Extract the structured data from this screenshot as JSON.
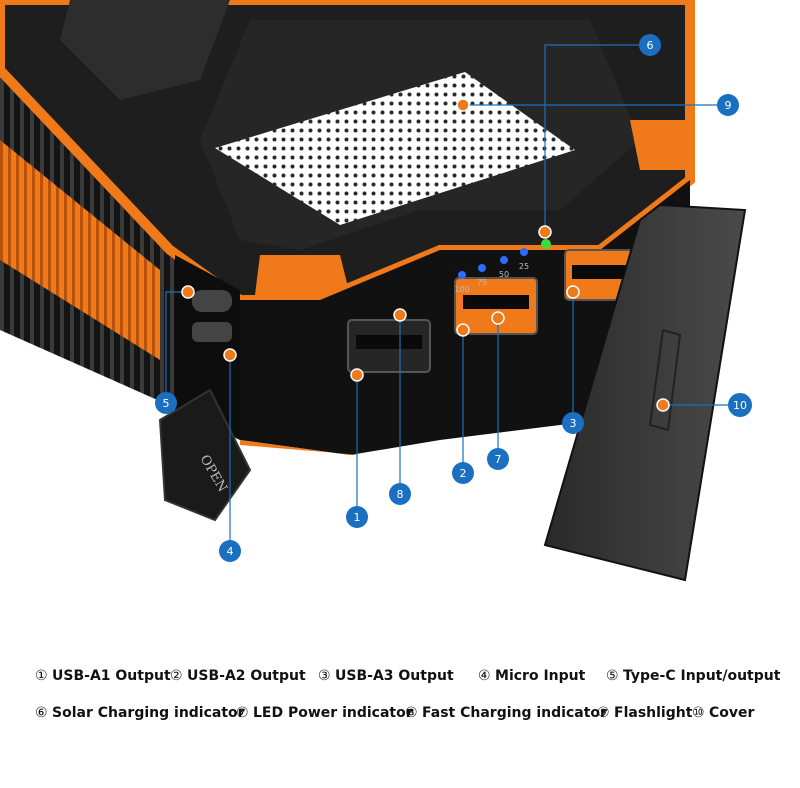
{
  "callouts": [
    {
      "num": "1",
      "label": "USB-A1 Output",
      "legend_marker": "①"
    },
    {
      "num": "2",
      "label": "USB-A2 Output",
      "legend_marker": "②"
    },
    {
      "num": "3",
      "label": "USB-A3 Output",
      "legend_marker": "③"
    },
    {
      "num": "4",
      "label": "Micro Input",
      "legend_marker": "④"
    },
    {
      "num": "5",
      "label": "Type-C  Input/output",
      "legend_marker": "⑤"
    },
    {
      "num": "6",
      "label": "Solar Charging indicator",
      "legend_marker": "⑥"
    },
    {
      "num": "7",
      "label": "LED Power indicator",
      "legend_marker": "⑦"
    },
    {
      "num": "8",
      "label": "Fast Charging indicator",
      "legend_marker": "⑧"
    },
    {
      "num": "9",
      "label": "Flashlight",
      "legend_marker": "⑨"
    },
    {
      "num": "10",
      "label": "Cover",
      "legend_marker": "⑩"
    }
  ],
  "device_text": {
    "cover_label": "OPEN",
    "led_labels": [
      "100",
      "75",
      "50",
      "25"
    ]
  },
  "colors": {
    "accent_orange": "#f07a1a",
    "callout_blue": "#1a6fc0",
    "body_black": "#1b1b1b",
    "led_blue": "#2f6bff",
    "led_green": "#3ddc3d"
  }
}
